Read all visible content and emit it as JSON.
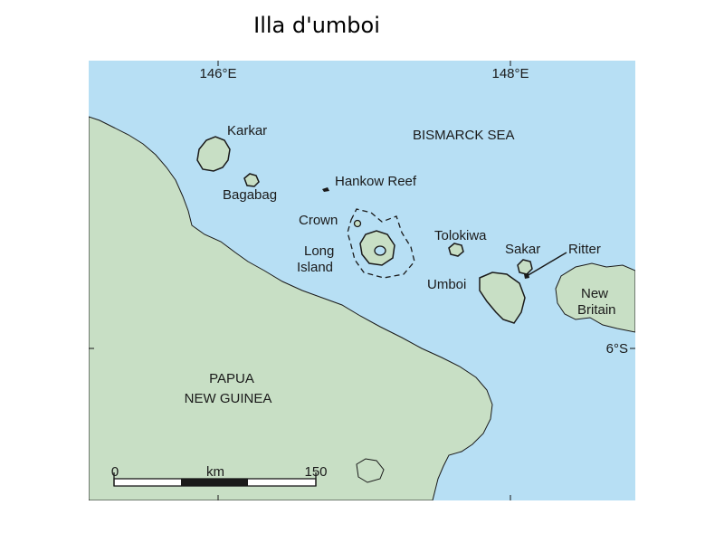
{
  "title": "Illa d'umboi",
  "map": {
    "colors": {
      "sea": "#B7DFF4",
      "land": "#C8DFC5",
      "coast": "#1a1a1a"
    },
    "graticule": {
      "lon_labels": [
        "146°E",
        "148°E"
      ],
      "lat_label": "6°S"
    },
    "labels": {
      "karkar": "Karkar",
      "bagabag": "Bagabag",
      "hankow_reef": "Hankow Reef",
      "bismarck_sea": "BISMARCK SEA",
      "crown": "Crown",
      "long_island_1": "Long",
      "long_island_2": "Island",
      "tolokiwa": "Tolokiwa",
      "sakar": "Sakar",
      "ritter": "Ritter",
      "umboi": "Umboi",
      "new_britain_1": "New",
      "new_britain_2": "Britain",
      "png_1": "PAPUA",
      "png_2": "NEW GUINEA"
    },
    "scale_bar": {
      "min": "0",
      "unit": "km",
      "max": "150"
    }
  }
}
